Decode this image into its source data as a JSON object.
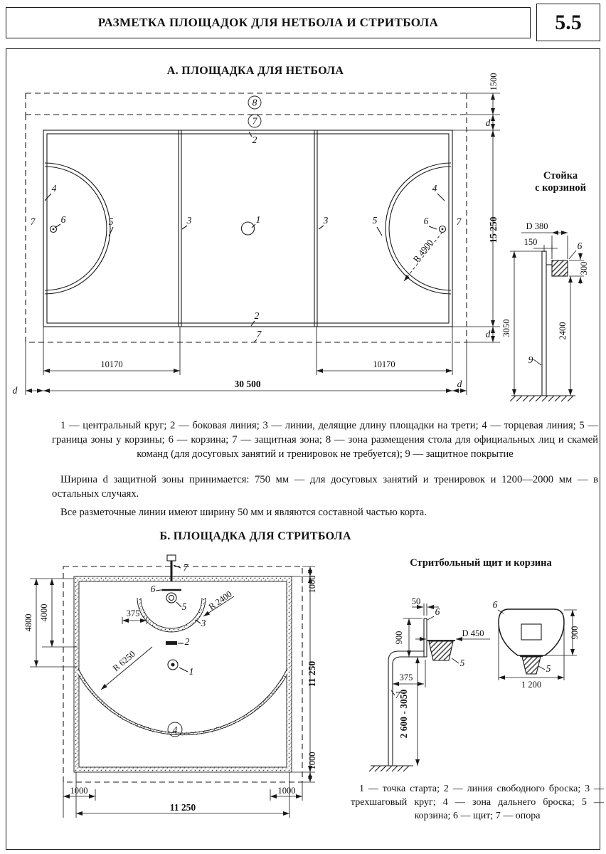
{
  "header": {
    "title": "РАЗМЕТКА ПЛОЩАДОК ДЛЯ НЕТБОЛА И СТРИТБОЛА",
    "page_number": "5.5"
  },
  "netball": {
    "title": "А. ПЛОЩАДКА ДЛЯ НЕТБОЛА",
    "callouts": {
      "n1": "1",
      "n2": "2",
      "n3": "3",
      "n4": "4",
      "n5": "5",
      "n6": "6",
      "n7": "7",
      "n8": "8",
      "n9": "9"
    },
    "dims": {
      "zone_depth": "1500",
      "protective_width": "d",
      "court_width": "15 250",
      "third_length": "10170",
      "court_length": "30 500",
      "goal_circle_radius": "R 4900"
    },
    "stand": {
      "title_line1": "Стойка",
      "title_line2": "с корзиной",
      "basket_diameter": "D 380",
      "basket_offset": "150",
      "basket_height": "300",
      "ring_height": "2400",
      "post_height": "3050"
    },
    "legend": "1 — центральный круг; 2 — боковая линия; 3 — линии, делящие длину площадки на трети; 4 — торцевая линия; 5 — граница зоны у корзины; 6 — корзина; 7 — защитная зона; 8 — зона размещения стола для официальных лиц и скамей команд (для досуговых занятий и тренировок не требуется); 9 — защитное покрытие",
    "note_zone": "Ширина d защитной зоны принимается: 750 мм — для досуговых занятий и тренировок и 1200—2000 мм — в остальных случаях.",
    "note_lines": "Все разметочные линии имеют ширину 50 мм и являются составной частью корта."
  },
  "streetball": {
    "title": "Б. ПЛОЩАДКА ДЛЯ СТРИТБОЛА",
    "callouts": {
      "n1": "1",
      "n2": "2",
      "n3": "3",
      "n4": "4",
      "n5": "5",
      "n6": "6",
      "n7": "7"
    },
    "dims": {
      "start_zone_depth": "4800",
      "free_throw_dist": "4000",
      "board_offset": "375",
      "arc_radius": "R 6250",
      "no_charge_radius": "R 2400",
      "margin": "1000",
      "court_side": "11 250"
    },
    "board": {
      "title": "Стритбольный щит и корзина",
      "thickness": "50",
      "height": "900",
      "ring_diameter": "D 450",
      "ring_offset": "375",
      "post_height_range": "2 600 - 3050",
      "width": "1 200"
    },
    "legend": "1 — точка старта; 2 — линия свободного броска; 3 — трехшаговый круг; 4 — зона дальнего броска; 5 — корзина; 6 — щит; 7 — опора"
  }
}
